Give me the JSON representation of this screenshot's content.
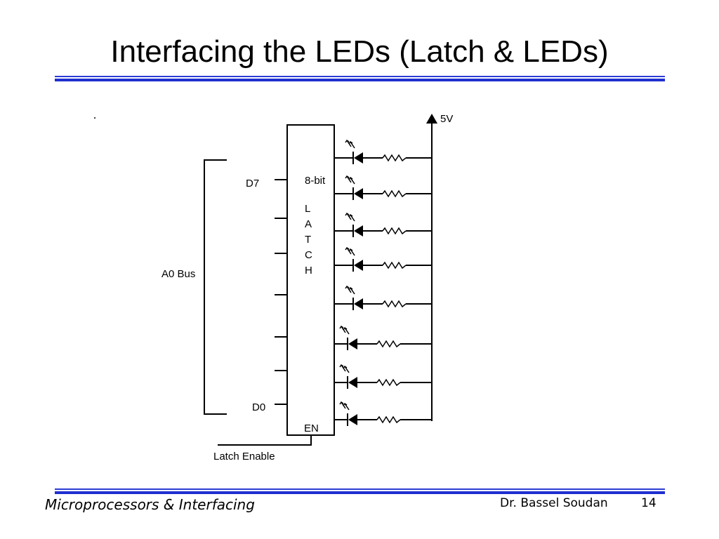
{
  "slide": {
    "title": "Interfacing the LEDs (Latch & LEDs)"
  },
  "diagram": {
    "supply_label": "5V",
    "bus_label": "A0 Bus",
    "msb_label": "D7",
    "lsb_label": "D0",
    "latch_width_label": "8-bit",
    "latch_letters": [
      "L",
      "A",
      "T",
      "C",
      "H"
    ],
    "enable_pin_label": "EN",
    "enable_signal_label": "Latch Enable",
    "led_count": 8
  },
  "footer": {
    "course": "Microprocessors & Interfacing",
    "author": "Dr. Bassel Soudan",
    "page_number": "14"
  },
  "colors": {
    "rule": "#1f2fd0",
    "ink": "#000000"
  }
}
